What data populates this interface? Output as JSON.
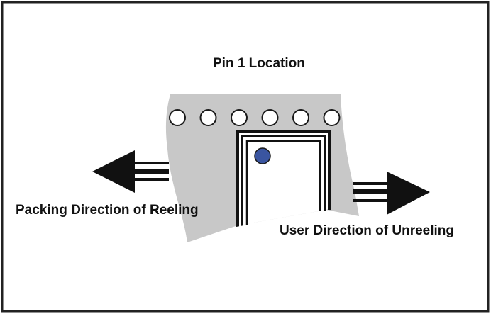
{
  "diagram": {
    "title": "Tape and Reel Orientation",
    "labels": {
      "pin1": "Pin 1 Location",
      "packing_direction": "Packing Direction of Reeling",
      "user_direction": "User Direction of Unreeling"
    },
    "colors": {
      "frame": "#222222",
      "tape": "#c8c8c8",
      "sprocket_hole_fill": "#ffffff",
      "sprocket_hole_stroke": "#1a1a1a",
      "pocket_line": "#111111",
      "pin1_marker": "#3a55a0",
      "arrow": "#111111",
      "background": "#ffffff"
    },
    "sprocket_hole_count": 6,
    "arrows": [
      {
        "name": "packing-direction-arrow",
        "direction": "left"
      },
      {
        "name": "user-direction-arrow",
        "direction": "right"
      }
    ]
  }
}
